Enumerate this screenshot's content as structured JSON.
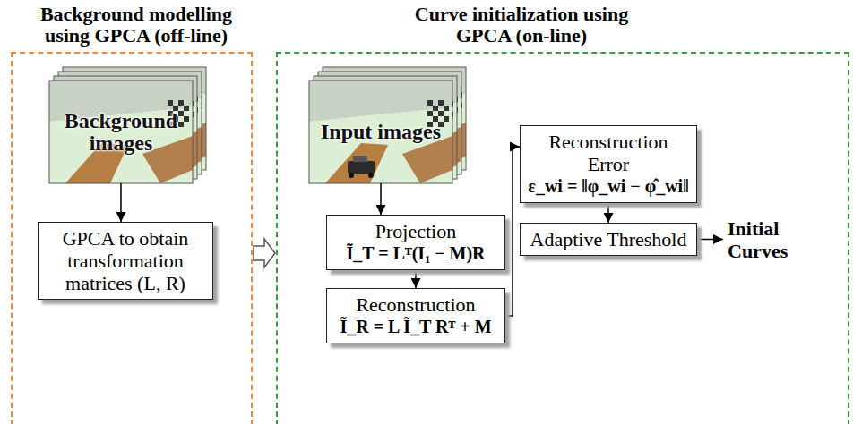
{
  "diagram": {
    "nodes": [
      {
        "text": [
          "Background modelling using GPCA (off-line)"
        ]
      },
      {
        "text": [
          "Background images"
        ],
        "in": 0
      },
      {
        "text": [
          "GPCA to obtain transformation matrices (L, R)"
        ],
        "in": 0
      },
      {
        "text": [
          "Curve initialization using GPCA (on-line)"
        ]
      },
      {
        "text": [
          "Input images"
        ],
        "in": 3
      },
      {
        "text": [
          "Projection",
          "Ĩ_T = Lᵀ(I₁ − M)R"
        ],
        "in": 3
      },
      {
        "text": [
          "Reconstruction",
          "Ĩ_R = L Ĩ_T Rᵀ + M"
        ],
        "in": 3
      },
      {
        "text": [
          "Reconstruction Error",
          "ε_wi = ‖φ_wi − φ̂_wi‖"
        ],
        "in": 3
      },
      {
        "text": [
          "Adaptive Threshold"
        ],
        "in": 3
      }
    ],
    "edges": [
      {
        "from": 1,
        "to": 2,
        "arrow": "to"
      },
      {
        "from": 0,
        "to": 3,
        "arrow": "to"
      },
      {
        "from": 4,
        "to": 5,
        "arrow": "to"
      },
      {
        "from": 5,
        "to": 6,
        "arrow": "to"
      },
      {
        "from": 6,
        "to": 7,
        "arrow": "to"
      },
      {
        "from": 7,
        "to": 8,
        "arrow": "to"
      }
    ],
    "labels": [
      "Initial Curves"
    ]
  }
}
